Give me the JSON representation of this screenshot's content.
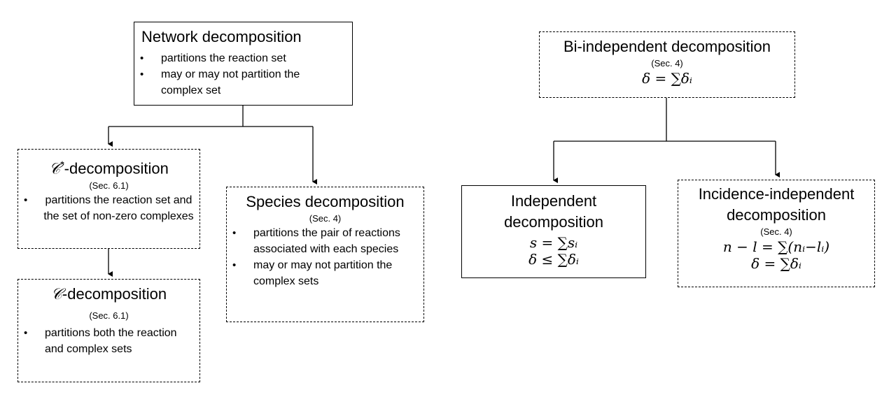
{
  "nodes": {
    "network": {
      "title": "Network decomposition",
      "bullets": [
        "partitions the reaction set",
        "may or may not partition the complex set"
      ]
    },
    "c_star": {
      "symbol": "𝒞",
      "sup": "*",
      "title_suffix": "-decomposition",
      "section": "(Sec. 6.1)",
      "bullets": [
        "partitions the reaction set and the set of non-zero complexes"
      ]
    },
    "c": {
      "symbol": "𝒞",
      "title_suffix": "-decomposition",
      "section": "(Sec. 6.1)",
      "bullets": [
        "partitions both the reaction and complex sets"
      ]
    },
    "species": {
      "title": "Species decomposition",
      "section": "(Sec. 4)",
      "bullets": [
        "partitions the pair of reactions associated with each species",
        "may or may not partition the complex sets"
      ]
    },
    "bi_independent": {
      "title": "Bi-independent decomposition",
      "section": "(Sec. 4)",
      "formula": "δ = ∑δᵢ"
    },
    "independent": {
      "title_line1": "Independent",
      "title_line2": "decomposition",
      "formula1": "s = ∑sᵢ",
      "formula2": "δ ≤ ∑δᵢ"
    },
    "incidence_independent": {
      "title_line1": "Incidence-independent",
      "title_line2": "decomposition",
      "section": "(Sec. 4)",
      "formula1": "n − l = ∑(nᵢ−lᵢ)",
      "formula2": "δ = ∑δᵢ"
    }
  }
}
